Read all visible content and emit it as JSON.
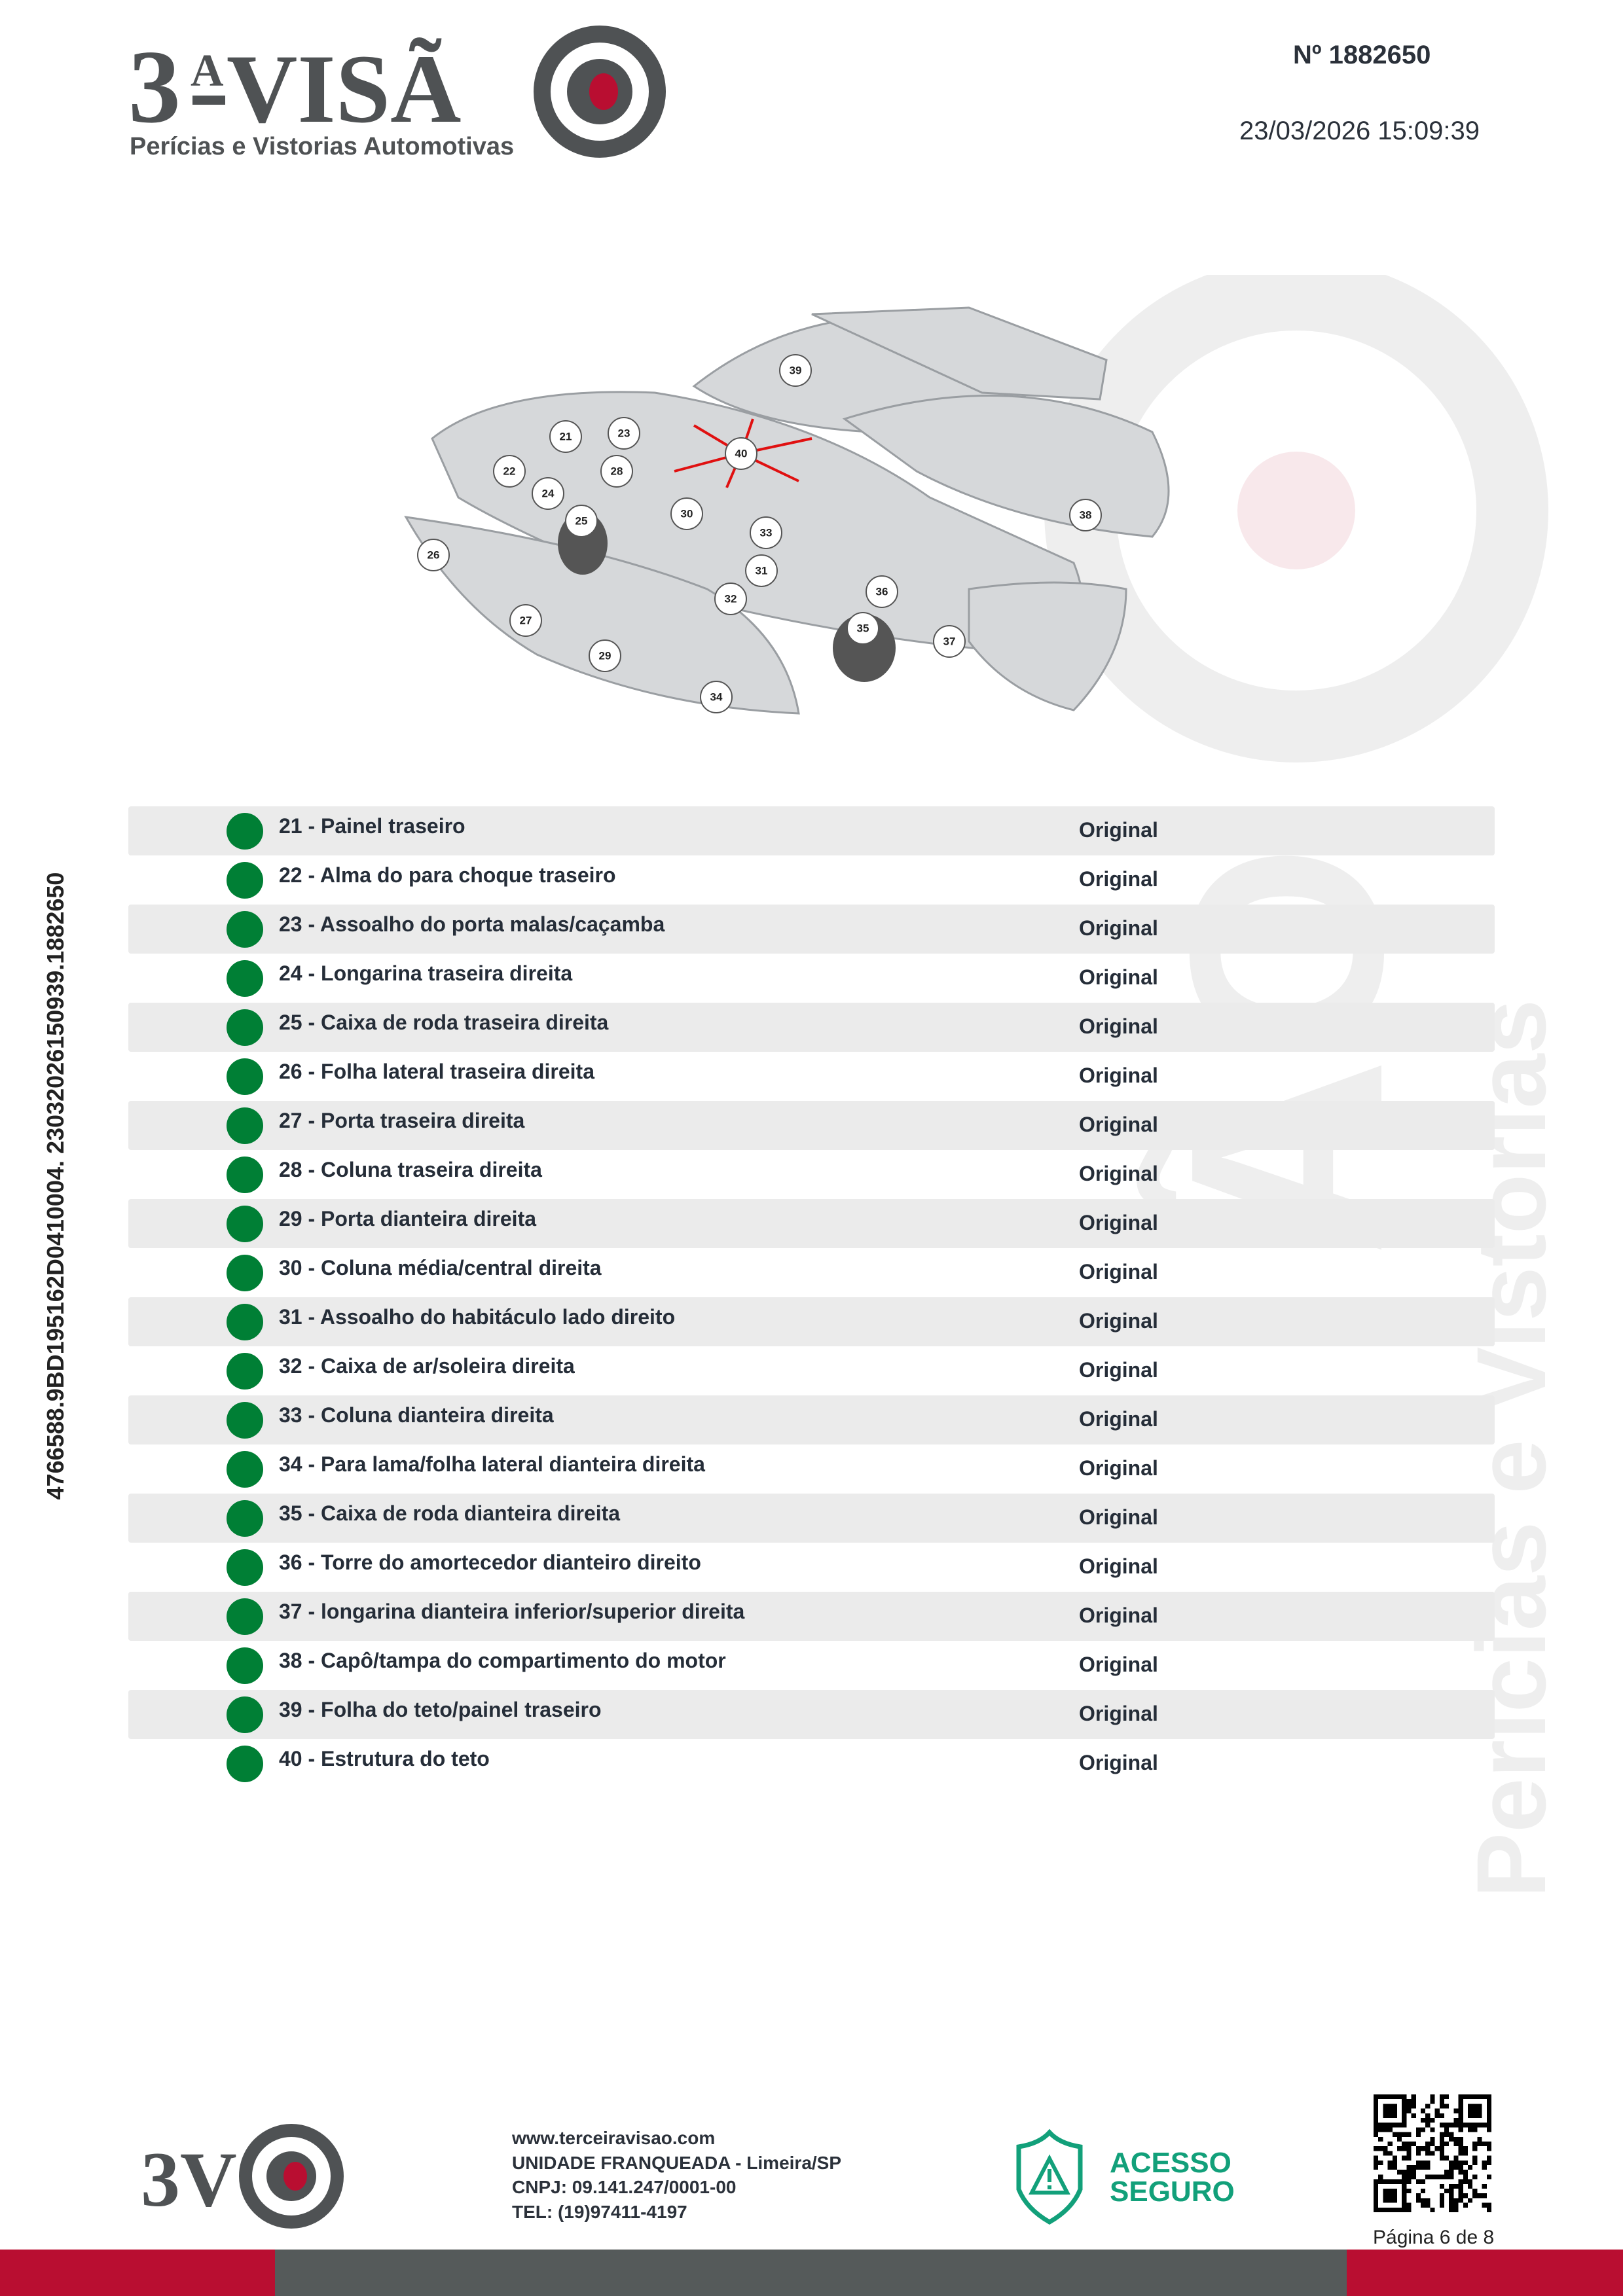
{
  "header": {
    "logo_text": "3ªVISÃO",
    "logo_tagline": "Perícias e Vistorias Automotivas",
    "doc_number": "Nº 1882650",
    "datetime": "23/03/2026 15:09:39"
  },
  "side_code": "4766588.9BD195162D0410004. 23032026150939.1882650",
  "diagram": {
    "callouts": [
      "39",
      "21",
      "23",
      "40",
      "22",
      "28",
      "24",
      "25",
      "30",
      "33",
      "38",
      "26",
      "31",
      "32",
      "36",
      "27",
      "35",
      "37",
      "29",
      "34"
    ]
  },
  "items": [
    {
      "label": "21 - Painel traseiro",
      "status": "Original"
    },
    {
      "label": "22 - Alma do para choque traseiro",
      "status": "Original"
    },
    {
      "label": "23 - Assoalho do porta malas/caçamba",
      "status": "Original"
    },
    {
      "label": "24 - Longarina traseira direita",
      "status": "Original"
    },
    {
      "label": "25 - Caixa de roda traseira direita",
      "status": "Original"
    },
    {
      "label": "26 - Folha lateral traseira direita",
      "status": "Original"
    },
    {
      "label": "27 - Porta traseira direita",
      "status": "Original"
    },
    {
      "label": "28 - Coluna traseira direita",
      "status": "Original"
    },
    {
      "label": "29 - Porta dianteira direita",
      "status": "Original"
    },
    {
      "label": "30 - Coluna média/central direita",
      "status": "Original"
    },
    {
      "label": "31 - Assoalho do habitáculo lado direito",
      "status": "Original"
    },
    {
      "label": "32 - Caixa de ar/soleira direita",
      "status": "Original"
    },
    {
      "label": "33 - Coluna dianteira direita",
      "status": "Original"
    },
    {
      "label": "34 - Para lama/folha lateral dianteira direita",
      "status": "Original"
    },
    {
      "label": "35 - Caixa de roda dianteira direita",
      "status": "Original"
    },
    {
      "label": "36 - Torre do amortecedor dianteiro direito",
      "status": "Original"
    },
    {
      "label": "37 - longarina dianteira inferior/superior direita",
      "status": "Original"
    },
    {
      "label": "38 - Capô/tampa do compartimento do motor",
      "status": "Original"
    },
    {
      "label": "39 - Folha do teto/painel traseiro",
      "status": "Original"
    },
    {
      "label": "40 - Estrutura do teto",
      "status": "Original"
    }
  ],
  "footer": {
    "website": "www.terceiravisao.com",
    "franchise": "UNIDADE FRANQUEADA - Limeira/SP",
    "cnpj": "CNPJ: 09.141.247/0001-00",
    "phone": "TEL: (19)97411-4197",
    "secure_line1": "ACESSO",
    "secure_line2": "SEGURO",
    "page": "Página 6 de 8"
  },
  "colors": {
    "accent_red": "#b90e31",
    "status_green": "#007f35",
    "brand_gray": "#4f5254",
    "secure_green": "#12a07a"
  }
}
